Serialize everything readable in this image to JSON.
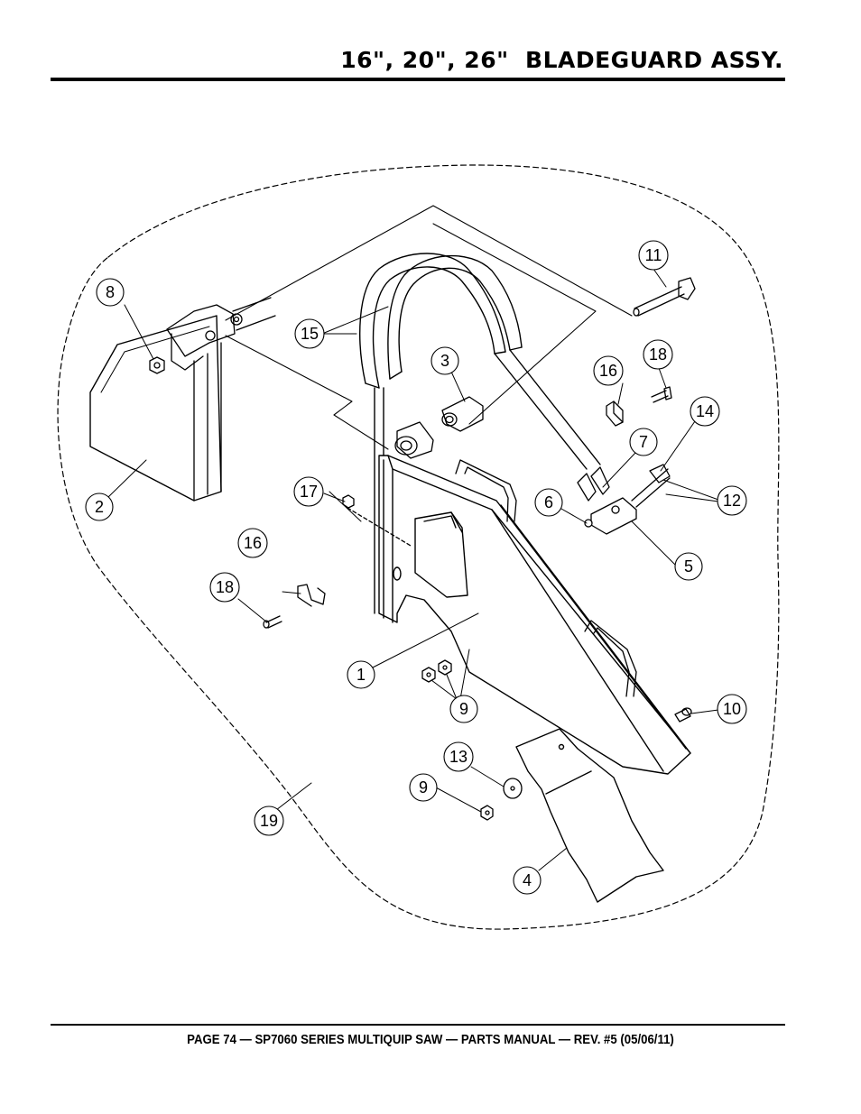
{
  "header": {
    "title": "16\", 20\", 26\"  BLADEGUARD ASSY."
  },
  "footer": {
    "text": "PAGE 74 — SP7060 SERIES MULTIQUIP SAW — PARTS MANUAL — REV. #5 (05/06/11)"
  },
  "diagram": {
    "callouts": [
      "1",
      "2",
      "3",
      "4",
      "5",
      "6",
      "7",
      "8",
      "9",
      "9",
      "10",
      "11",
      "12",
      "13",
      "14",
      "15",
      "16",
      "16",
      "17",
      "18",
      "18",
      "19"
    ]
  }
}
